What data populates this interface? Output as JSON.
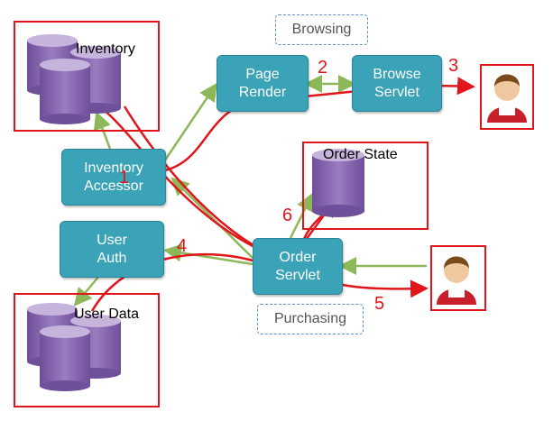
{
  "groups": {
    "browsing": "Browsing",
    "purchasing": "Purchasing"
  },
  "components": {
    "page_render": [
      "Page",
      "Render"
    ],
    "browse_servlet": [
      "Browse",
      "Servlet"
    ],
    "inventory_accessor": [
      "Inventory",
      "Accessor"
    ],
    "user_auth": [
      "User",
      "Auth"
    ],
    "order_servlet": [
      "Order",
      "Servlet"
    ]
  },
  "stores": {
    "inventory": "Inventory",
    "order_state": "Order State",
    "user_data": "User Data"
  },
  "steps": [
    "1",
    "2",
    "3",
    "4",
    "5",
    "6"
  ],
  "colors": {
    "component": "#3aa3b8",
    "db": "#8e6fb0",
    "request_path": "#e0161b",
    "connector": "#8db85a",
    "group_border": "#5b8fd0"
  }
}
